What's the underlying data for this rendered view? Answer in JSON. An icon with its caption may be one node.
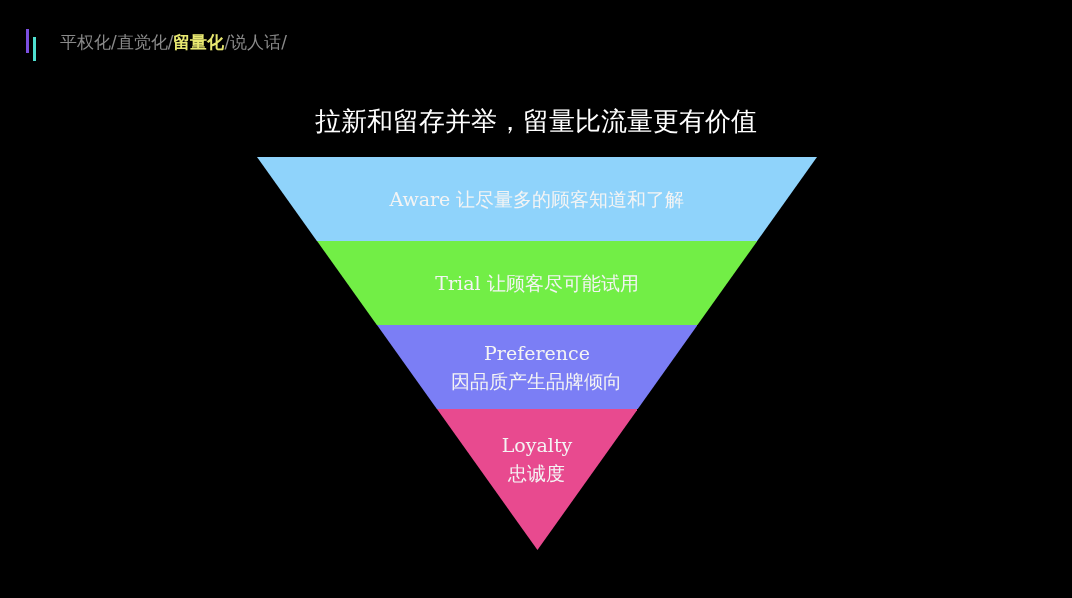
{
  "diagram": {
    "title": "拉新和留存并举，留量比流量更有价值",
    "nodes": [
      {
        "text": [
          "Aware 让尽量多的顾客知道和了解"
        ]
      },
      {
        "text": [
          "Trial 让顾客尽可能试用"
        ]
      },
      {
        "text": [
          "Preference",
          "因品质产生品牌倾向"
        ]
      },
      {
        "text": [
          "Loyalty",
          "忠诚度"
        ]
      }
    ],
    "labels": [
      "平权化/直觉化/",
      "留量化",
      "/说人话/"
    ]
  }
}
